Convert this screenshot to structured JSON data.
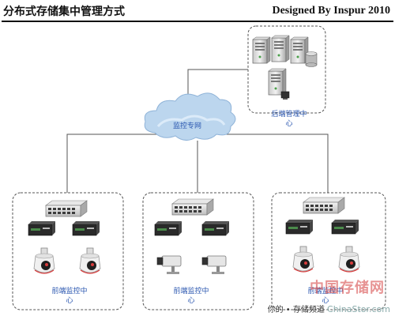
{
  "header": {
    "title": "分布式存储集中管理方式",
    "credit": "Designed By Inspur 2010"
  },
  "diagram": {
    "cloud_label": "监控专网",
    "backend_label": [
      "后端管理中",
      "心"
    ],
    "frontends": [
      {
        "label": [
          "前端监控中",
          "心"
        ],
        "camera_type": "dome-camera"
      },
      {
        "label": [
          "前端监控中",
          "心"
        ],
        "camera_type": "box-camera"
      },
      {
        "label": [
          "前端监控中",
          "心"
        ],
        "camera_type": "dome-camera"
      }
    ],
    "colors": {
      "label": "#2b57b0",
      "box_border": "#555555",
      "line": "#555555",
      "cloud": "#bcd6ee"
    }
  },
  "watermark": {
    "logo_text": "中国存储网",
    "prefix": "你的",
    "mid": "存储频道",
    "domain": "ChinaStor.com"
  }
}
